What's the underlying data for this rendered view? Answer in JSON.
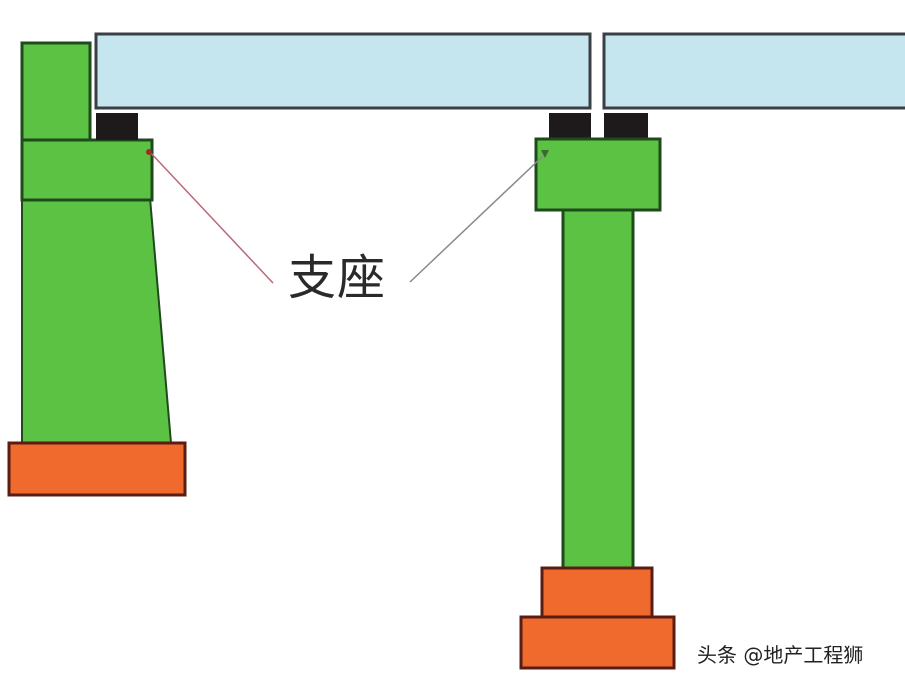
{
  "diagram": {
    "title": "",
    "label": "支座",
    "watermark": "头条 @地产工程狮",
    "colors": {
      "background": "#ffffff",
      "beam_fill": "#c6e6ef",
      "beam_stroke": "#3a3f45",
      "pier_fill": "#5cc244",
      "pier_stroke": "#1f4a1c",
      "bearing_fill": "#1e1a1c",
      "footing_fill": "#ef6a2c",
      "footing_stroke": "#5a1c14",
      "leader_line": "#b86a78",
      "label_text": "#2a2a2a"
    },
    "components": [
      {
        "name": "bridge-deck-beam-left",
        "type": "beam"
      },
      {
        "name": "bridge-deck-beam-right",
        "type": "beam"
      },
      {
        "name": "abutment-backwall",
        "type": "abutment"
      },
      {
        "name": "abutment-cap",
        "type": "abutment"
      },
      {
        "name": "abutment-body",
        "type": "abutment"
      },
      {
        "name": "abutment-footing",
        "type": "footing"
      },
      {
        "name": "pier-cap",
        "type": "pier"
      },
      {
        "name": "pier-column",
        "type": "pier"
      },
      {
        "name": "pier-footing-upper",
        "type": "footing"
      },
      {
        "name": "pier-footing-lower",
        "type": "footing"
      },
      {
        "name": "bearing-abutment",
        "type": "bearing"
      },
      {
        "name": "bearing-pier-left",
        "type": "bearing"
      },
      {
        "name": "bearing-pier-right",
        "type": "bearing"
      }
    ]
  }
}
